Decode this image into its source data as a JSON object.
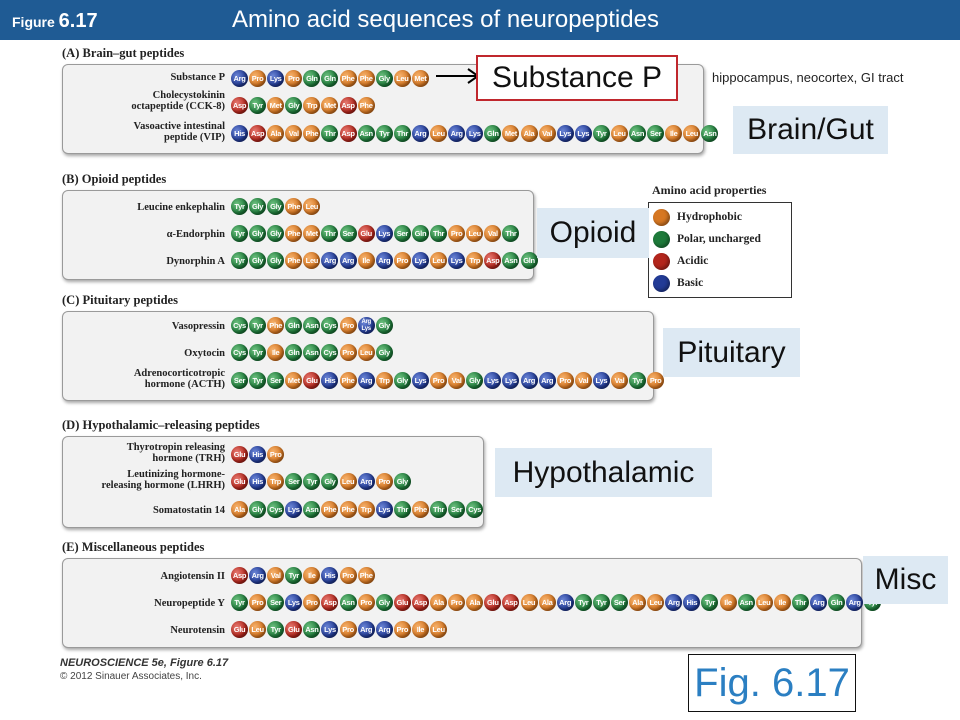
{
  "header": {
    "figure_label": "Figure",
    "figure_number": "6.17",
    "title": "Amino acid sequences of neuropeptides"
  },
  "colors": {
    "header": "#1f5b94",
    "hydrophobic": "#d67722",
    "polar": "#1e7a3a",
    "acidic": "#b3261c",
    "basic": "#223b96",
    "callout_bg": "#dde9f3",
    "callout_border": "#c0272d"
  },
  "sections": [
    {
      "title": "(A) Brain–gut peptides",
      "peptides": [
        {
          "name": "Substance P",
          "seq": [
            "Arg",
            "Pro",
            "Lys",
            "Pro",
            "Gln",
            "Gln",
            "Phe",
            "Phe",
            "Gly",
            "Leu",
            "Met"
          ]
        },
        {
          "name": "Cholecystokinin\noctapeptide (CCK-8)",
          "seq": [
            "Asp",
            "Tyr",
            "Met",
            "Gly",
            "Trp",
            "Met",
            "Asp",
            "Phe"
          ]
        },
        {
          "name": "Vasoactive intestinal\npeptide (VIP)",
          "seq": [
            "His",
            "Asp",
            "Ala",
            "Val",
            "Phe",
            "Thr",
            "Asp",
            "Asn",
            "Tyr",
            "Thr",
            "Arg",
            "Leu",
            "Arg",
            "Lys",
            "Gln",
            "Met",
            "Ala",
            "Val",
            "Lys",
            "Lys",
            "Tyr",
            "Leu",
            "Asn",
            "Ser",
            "Ile",
            "Leu",
            "Asn"
          ]
        }
      ]
    },
    {
      "title": "(B) Opioid peptides",
      "peptides": [
        {
          "name": "Leucine enkephalin",
          "seq": [
            "Tyr",
            "Gly",
            "Gly",
            "Phe",
            "Leu"
          ]
        },
        {
          "name": "α-Endorphin",
          "seq": [
            "Tyr",
            "Gly",
            "Gly",
            "Phe",
            "Met",
            "Thr",
            "Ser",
            "Glu",
            "Lys",
            "Ser",
            "Gln",
            "Thr",
            "Pro",
            "Leu",
            "Val",
            "Thr"
          ]
        },
        {
          "name": "Dynorphin A",
          "seq": [
            "Tyr",
            "Gly",
            "Gly",
            "Phe",
            "Leu",
            "Arg",
            "Arg",
            "Ile",
            "Arg",
            "Pro",
            "Lys",
            "Leu",
            "Lys",
            "Trp",
            "Asp",
            "Asn",
            "Gln"
          ]
        }
      ]
    },
    {
      "title": "(C) Pituitary peptides",
      "peptides": [
        {
          "name": "Vasopressin",
          "seq": [
            "Cys",
            "Tyr",
            "Phe",
            "Gln",
            "Asn",
            "Cys",
            "Pro",
            "Arg/Lys",
            "Gly"
          ]
        },
        {
          "name": "Oxytocin",
          "seq": [
            "Cys",
            "Tyr",
            "Ile",
            "Gln",
            "Asn",
            "Cys",
            "Pro",
            "Leu",
            "Gly"
          ]
        },
        {
          "name": "Adrenocorticotropic\nhormone (ACTH)",
          "seq": [
            "Ser",
            "Tyr",
            "Ser",
            "Met",
            "Glu",
            "His",
            "Phe",
            "Arg",
            "Trp",
            "Gly",
            "Lys",
            "Pro",
            "Val",
            "Gly",
            "Lys",
            "Lys",
            "Arg",
            "Arg",
            "Pro",
            "Val",
            "Lys",
            "Val",
            "Tyr",
            "Pro"
          ]
        }
      ]
    },
    {
      "title": "(D) Hypothalamic–releasing peptides",
      "peptides": [
        {
          "name": "Thyrotropin releasing\nhormone (TRH)",
          "seq": [
            "Glu",
            "His",
            "Pro"
          ]
        },
        {
          "name": "Leutinizing hormone-\nreleasing hormone (LHRH)",
          "seq": [
            "Glu",
            "His",
            "Trp",
            "Ser",
            "Tyr",
            "Gly",
            "Leu",
            "Arg",
            "Pro",
            "Gly"
          ]
        },
        {
          "name": "Somatostatin 14",
          "seq": [
            "Ala",
            "Gly",
            "Cys",
            "Lys",
            "Asn",
            "Phe",
            "Phe",
            "Trp",
            "Lys",
            "Thr",
            "Phe",
            "Thr",
            "Ser",
            "Cys"
          ]
        }
      ]
    },
    {
      "title": "(E) Miscellaneous peptides",
      "peptides": [
        {
          "name": "Angiotensin II",
          "seq": [
            "Asp",
            "Arg",
            "Val",
            "Tyr",
            "Ile",
            "His",
            "Pro",
            "Phe"
          ]
        },
        {
          "name": "Neuropeptide Y",
          "seq": [
            "Tyr",
            "Pro",
            "Ser",
            "Lys",
            "Pro",
            "Asp",
            "Asn",
            "Pro",
            "Gly",
            "Glu",
            "Asp",
            "Ala",
            "Pro",
            "Ala",
            "Glu",
            "Asp",
            "Leu",
            "Ala",
            "Arg",
            "Tyr",
            "Tyr",
            "Ser",
            "Ala",
            "Leu",
            "Arg",
            "His",
            "Tyr",
            "Ile",
            "Asn",
            "Leu",
            "Ile",
            "Thr",
            "Arg",
            "Gln",
            "Arg",
            "Tyr"
          ]
        },
        {
          "name": "Neurotensin",
          "seq": [
            "Glu",
            "Leu",
            "Tyr",
            "Glu",
            "Asn",
            "Lys",
            "Pro",
            "Arg",
            "Arg",
            "Pro",
            "Ile",
            "Leu"
          ]
        }
      ]
    }
  ],
  "legend": {
    "title": "Amino acid properties",
    "items": [
      {
        "label": "Hydrophobic",
        "kind": "hydrophobic"
      },
      {
        "label": "Polar, uncharged",
        "kind": "polar"
      },
      {
        "label": "Acidic",
        "kind": "acidic"
      },
      {
        "label": "Basic",
        "kind": "basic"
      }
    ]
  },
  "classes": {
    "hydrophobic": [
      "Ala",
      "Val",
      "Leu",
      "Ile",
      "Pro",
      "Phe",
      "Trp",
      "Met"
    ],
    "polar": [
      "Gly",
      "Ser",
      "Thr",
      "Cys",
      "Tyr",
      "Asn",
      "Gln"
    ],
    "acidic": [
      "Asp",
      "Glu"
    ],
    "basic": [
      "Lys",
      "Arg",
      "His",
      "Arg/Lys"
    ]
  },
  "annotations": {
    "substance_p": "Substance P",
    "substance_p_note": "hippocampus, neocortex, GI tract",
    "brain_gut": "Brain/Gut",
    "opioid": "Opioid",
    "pituitary": "Pituitary",
    "hypothalamic": "Hypothalamic",
    "misc": "Misc",
    "fig": "Fig. 6.17"
  },
  "credit": {
    "line1": "NEUROSCIENCE 5e, Figure 6.17",
    "line2": "© 2012 Sinauer Associates, Inc."
  }
}
